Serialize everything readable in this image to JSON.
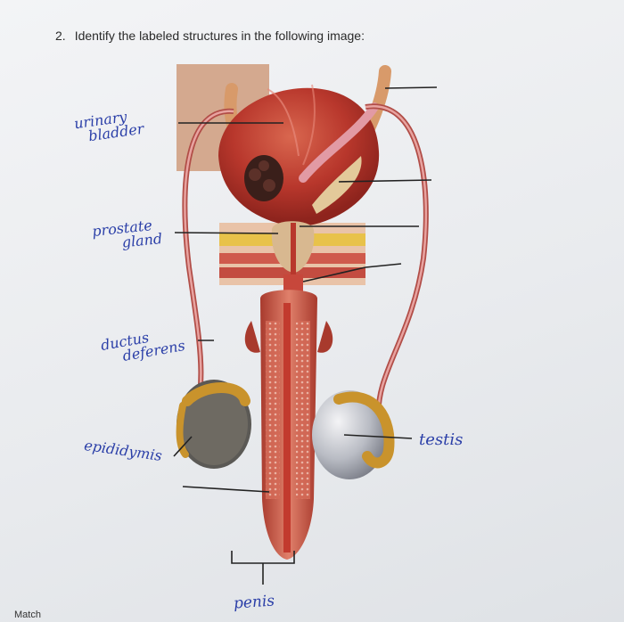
{
  "question": {
    "number": "2.",
    "text": "Identify the labeled structures in the following image:"
  },
  "handwritten_labels": {
    "urinary_bladder_l1": "urinary",
    "urinary_bladder_l2": "bladder",
    "prostate_gland_l1": "prostate",
    "prostate_gland_l2": "gland",
    "ductus_deferens_l1": "ductus",
    "ductus_deferens_l2": "deferens",
    "epididymis": "epididymis",
    "testis": "testis",
    "penis": "penis"
  },
  "footer": {
    "cutoff_text": "Match"
  },
  "colors": {
    "handwriting": "#2b3fa8",
    "tissue_red": "#c7473b",
    "label_line": "#222222"
  }
}
